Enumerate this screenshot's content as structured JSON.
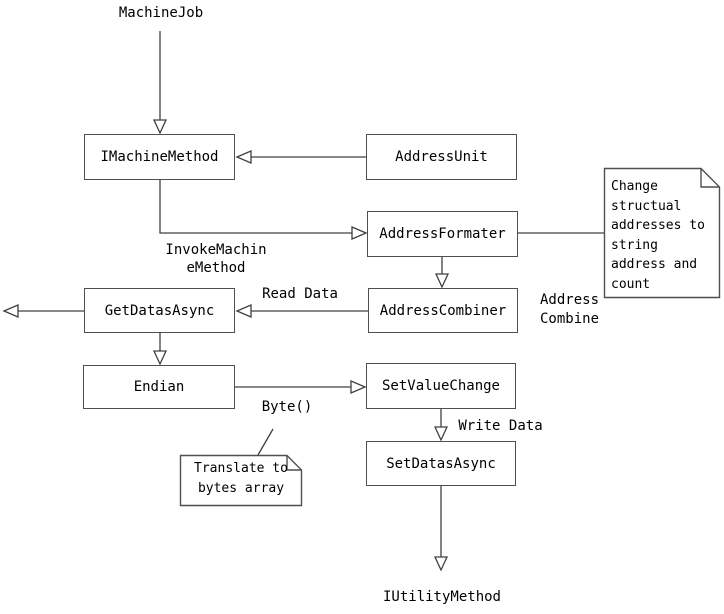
{
  "nodes": {
    "imachinemethod": "IMachineMethod",
    "addressunit": "AddressUnit",
    "addressformater": "AddressFormater",
    "getdatasasync": "GetDatasAsync",
    "addresscombiner": "AddressCombiner",
    "endian": "Endian",
    "setvaluechange": "SetValueChange",
    "setdatasasync": "SetDatasAsync"
  },
  "labels": {
    "machinejob": "MachineJob",
    "iutilitymethod": "IUtilityMethod",
    "invoke_machine_method": "InvokeMachin\neMethod",
    "read_data": "Read Data",
    "address_combine": "Address\nCombine",
    "byte": "Byte()",
    "write_data": "Write Data"
  },
  "notes": {
    "change_structural": "Change\nstructual\naddresses to\nstring\naddress and\ncount",
    "translate_bytes": "Translate to\nbytes array"
  },
  "colors": {
    "line": "#404040",
    "box_border": "#4f4f4f",
    "background": "#ffffff",
    "text": "#000000"
  }
}
